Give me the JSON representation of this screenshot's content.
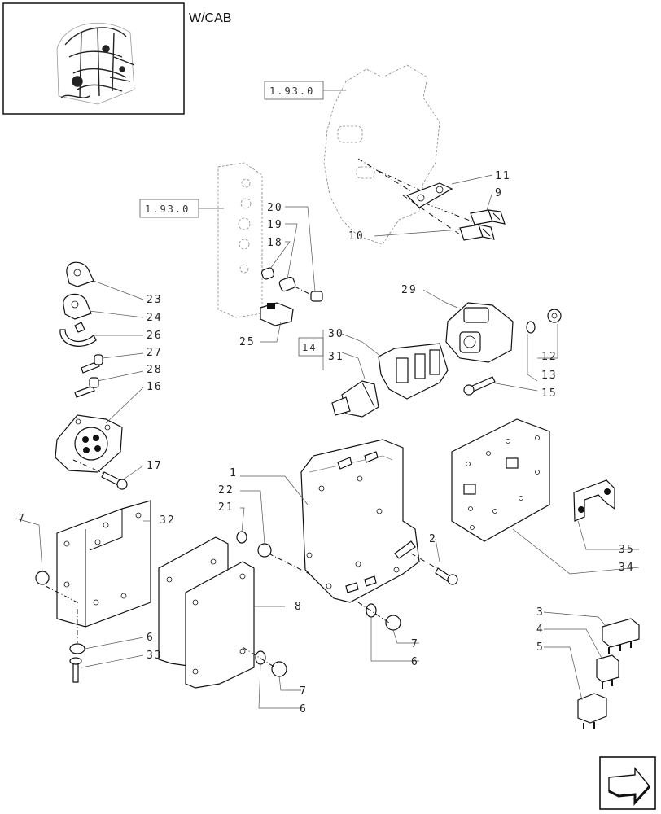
{
  "thumbnail": {
    "title": "W/CAB"
  },
  "refs": {
    "r1": "1.93.0",
    "r2": "1.93.0",
    "r3": "14"
  },
  "labels": {
    "l1": "1",
    "l2": "2",
    "l3": "3",
    "l4": "4",
    "l5": "5",
    "l6a": "6",
    "l6b": "6",
    "l6c": "6",
    "l7a": "7",
    "l7b": "7",
    "l7c": "7",
    "l8": "8",
    "l9": "9",
    "l10": "10",
    "l11": "11",
    "l12": "12",
    "l13": "13",
    "l15": "15",
    "l16": "16",
    "l17": "17",
    "l18": "18",
    "l19": "19",
    "l20": "20",
    "l21": "21",
    "l22": "22",
    "l23": "23",
    "l24": "24",
    "l25": "25",
    "l26": "26",
    "l27": "27",
    "l28": "28",
    "l29": "29",
    "l30": "30",
    "l31": "31",
    "l32": "32",
    "l33": "33",
    "l34": "34",
    "l35": "35"
  },
  "icons": {
    "nav": "next-page-arrow-icon"
  }
}
